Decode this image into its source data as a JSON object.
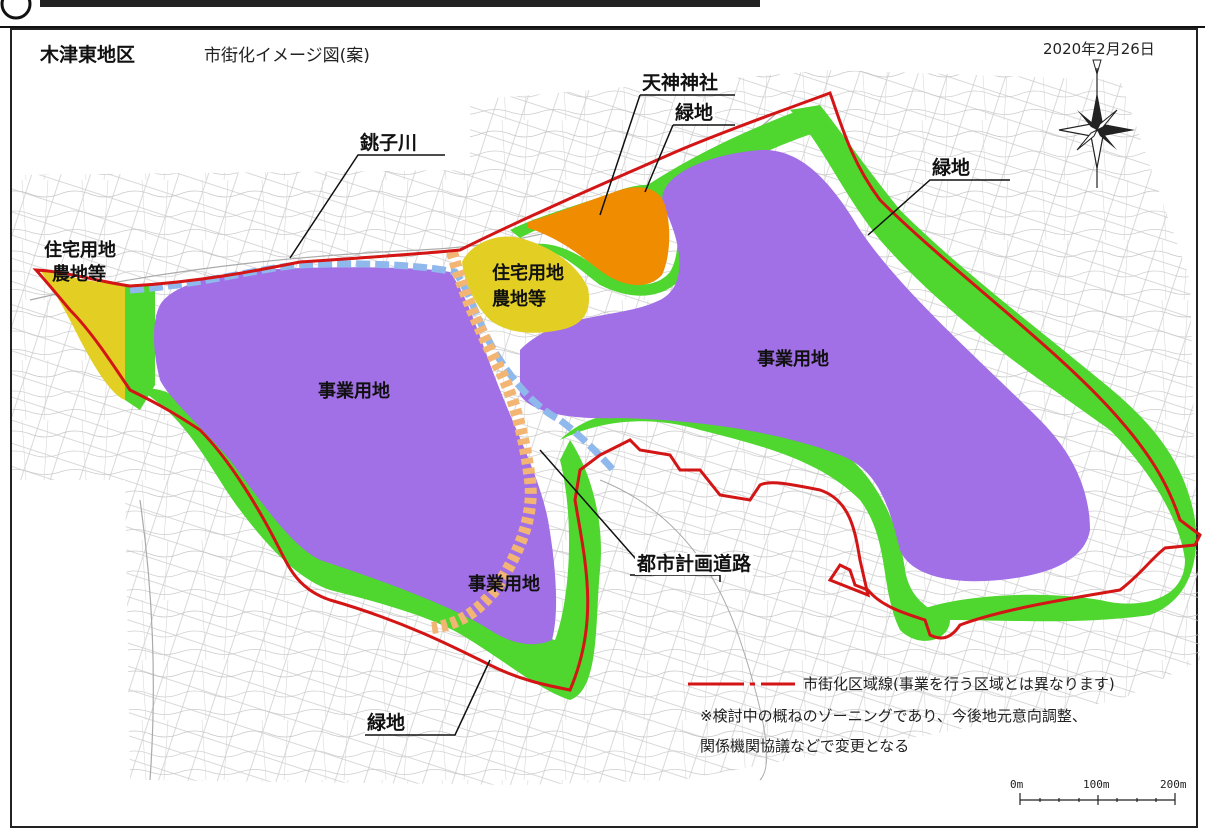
{
  "header": {
    "area_name": "木津東地区",
    "caption": "市街化イメージ図(案)",
    "date": "2020年2月26日"
  },
  "labels": {
    "river": "銚子川",
    "shrine": "天神神社",
    "green_top": "緑地",
    "green_right": "緑地",
    "green_bottom": "緑地",
    "residential_left_1": "住宅用地",
    "residential_left_2": "農地等",
    "residential_center_1": "住宅用地",
    "residential_center_2": "農地等",
    "business_left": "事業用地",
    "business_right": "事業用地",
    "business_bottom": "事業用地",
    "city_road": "都市計画道路"
  },
  "legend": {
    "line_text": "市街化区域線(事業を行う区域とは異なります)",
    "note_line1": "※検討中の概ねのゾーニングであり、今後地元意向調整、",
    "note_line2": "関係機関協議などで変更となる"
  },
  "scale_bar": {
    "ticks": [
      "0m",
      "100m",
      "200m"
    ]
  },
  "colors": {
    "business": "#a16fe6",
    "green": "#4fd62f",
    "residential": "#e3cf24",
    "shrine": "#f08c00",
    "boundary": "#d31515",
    "river": "#8fb8ec",
    "road": "#f3b574"
  }
}
